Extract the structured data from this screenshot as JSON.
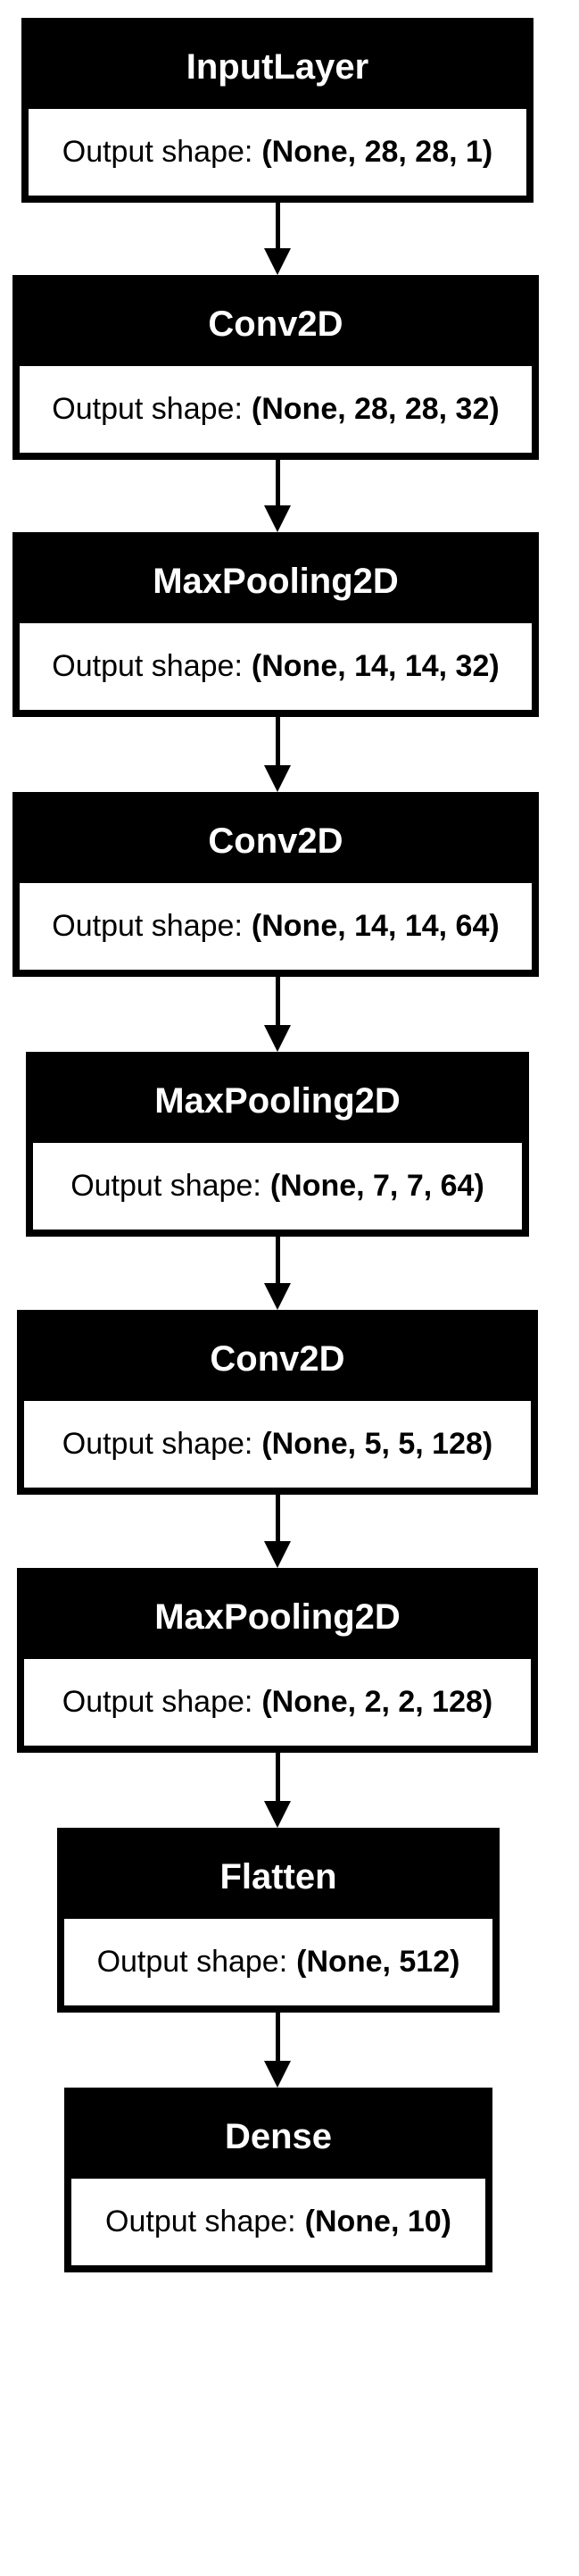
{
  "layers": [
    {
      "name": "InputLayer",
      "output_label": "Output shape:",
      "output_shape": "(None, 28, 28, 1)"
    },
    {
      "name": "Conv2D",
      "output_label": "Output shape:",
      "output_shape": "(None, 28, 28, 32)"
    },
    {
      "name": "MaxPooling2D",
      "output_label": "Output shape:",
      "output_shape": "(None, 14, 14, 32)"
    },
    {
      "name": "Conv2D",
      "output_label": "Output shape:",
      "output_shape": "(None, 14, 14, 64)"
    },
    {
      "name": "MaxPooling2D",
      "output_label": "Output shape:",
      "output_shape": "(None, 7, 7, 64)"
    },
    {
      "name": "Conv2D",
      "output_label": "Output shape:",
      "output_shape": "(None, 5, 5, 128)"
    },
    {
      "name": "MaxPooling2D",
      "output_label": "Output shape:",
      "output_shape": "(None, 2, 2, 128)"
    },
    {
      "name": "Flatten",
      "output_label": "Output shape:",
      "output_shape": "(None, 512)"
    },
    {
      "name": "Dense",
      "output_label": "Output shape:",
      "output_shape": "(None, 10)"
    }
  ],
  "colors": {
    "header_background": "#000000",
    "header_text": "#ffffff",
    "border": "#000000",
    "body_background": "#ffffff",
    "arrow": "#000000"
  }
}
